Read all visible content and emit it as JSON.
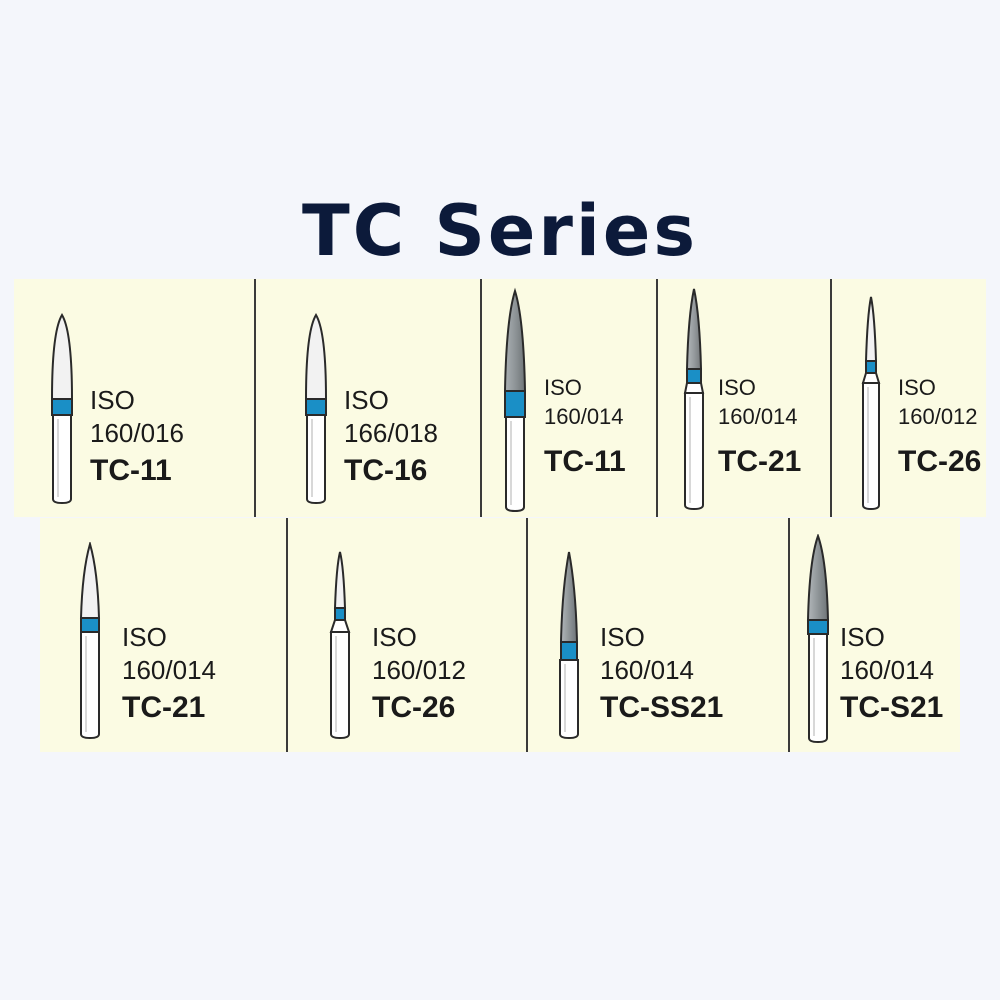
{
  "title": "TC Series",
  "colors": {
    "band": "#1a8fc6",
    "tip_light": "#f2f2f2",
    "tip_dark": "#8f9598",
    "shank": "#ffffff",
    "outline": "#2a2a2a",
    "panel": "#fbfbe3",
    "title": "#0c1a3a"
  },
  "items": [
    {
      "iso": "ISO",
      "size": "160/016",
      "code": "TC-11"
    },
    {
      "iso": "ISO",
      "size": "166/018",
      "code": "TC-16"
    },
    {
      "iso": "ISO",
      "size": "160/014",
      "code": "TC-11"
    },
    {
      "iso": "ISO",
      "size": "160/014",
      "code": "TC-21"
    },
    {
      "iso": "ISO",
      "size": "160/012",
      "code": "TC-26"
    },
    {
      "iso": "ISO",
      "size": "160/014",
      "code": "TC-21"
    },
    {
      "iso": "ISO",
      "size": "160/012",
      "code": "TC-26"
    },
    {
      "iso": "ISO",
      "size": "160/014",
      "code": "TC-SS21"
    },
    {
      "iso": "ISO",
      "size": "160/014",
      "code": "TC-S21"
    }
  ]
}
